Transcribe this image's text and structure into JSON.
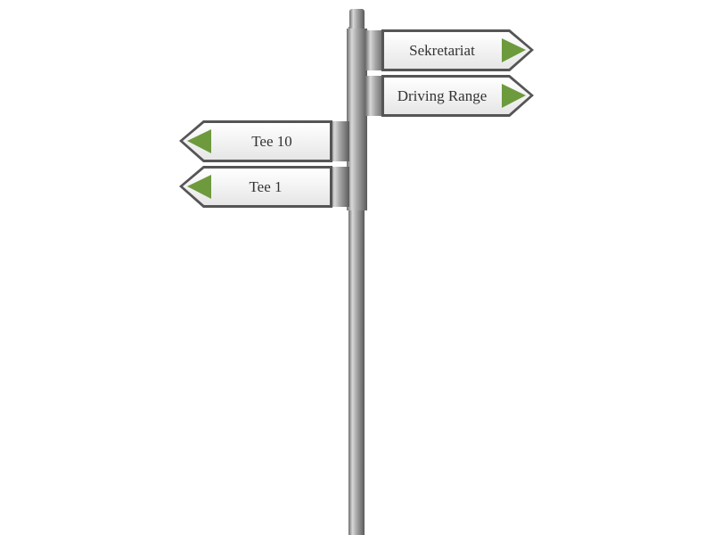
{
  "signs": [
    {
      "label": "Sekretariat",
      "direction": "right"
    },
    {
      "label": "Driving Range",
      "direction": "right"
    },
    {
      "label": "Tee 10",
      "direction": "left"
    },
    {
      "label": "Tee 1",
      "direction": "left"
    }
  ],
  "colors": {
    "arrow": "#6e9a3e",
    "pole": "#9a9a9a",
    "sign_face": "#f2f2f2",
    "sign_border": "#666666"
  }
}
